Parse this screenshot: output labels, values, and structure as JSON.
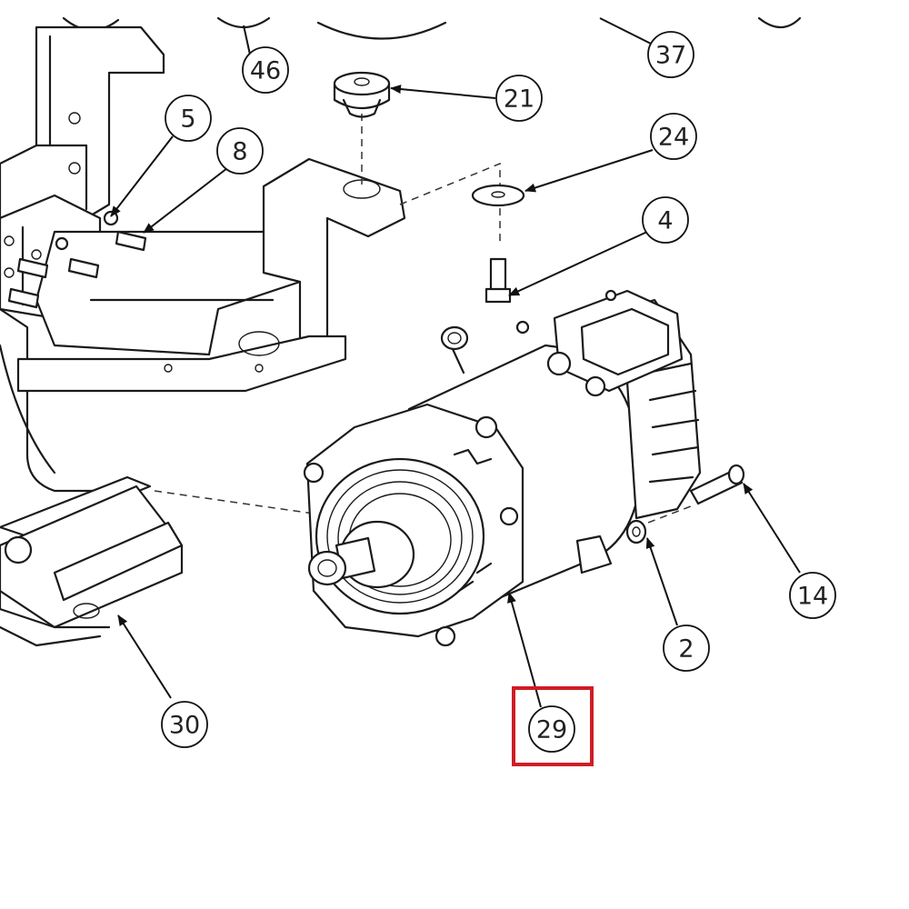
{
  "diagram": {
    "highlight_color": "#d01c24",
    "callouts": [
      {
        "id": "callout-46",
        "label": "46"
      },
      {
        "id": "callout-37",
        "label": "37"
      },
      {
        "id": "callout-21",
        "label": "21"
      },
      {
        "id": "callout-5",
        "label": "5"
      },
      {
        "id": "callout-8",
        "label": "8"
      },
      {
        "id": "callout-24",
        "label": "24"
      },
      {
        "id": "callout-4",
        "label": "4"
      },
      {
        "id": "callout-14",
        "label": "14"
      },
      {
        "id": "callout-2",
        "label": "2"
      },
      {
        "id": "callout-30",
        "label": "30"
      },
      {
        "id": "callout-29",
        "label": "29",
        "highlighted": true
      }
    ]
  }
}
